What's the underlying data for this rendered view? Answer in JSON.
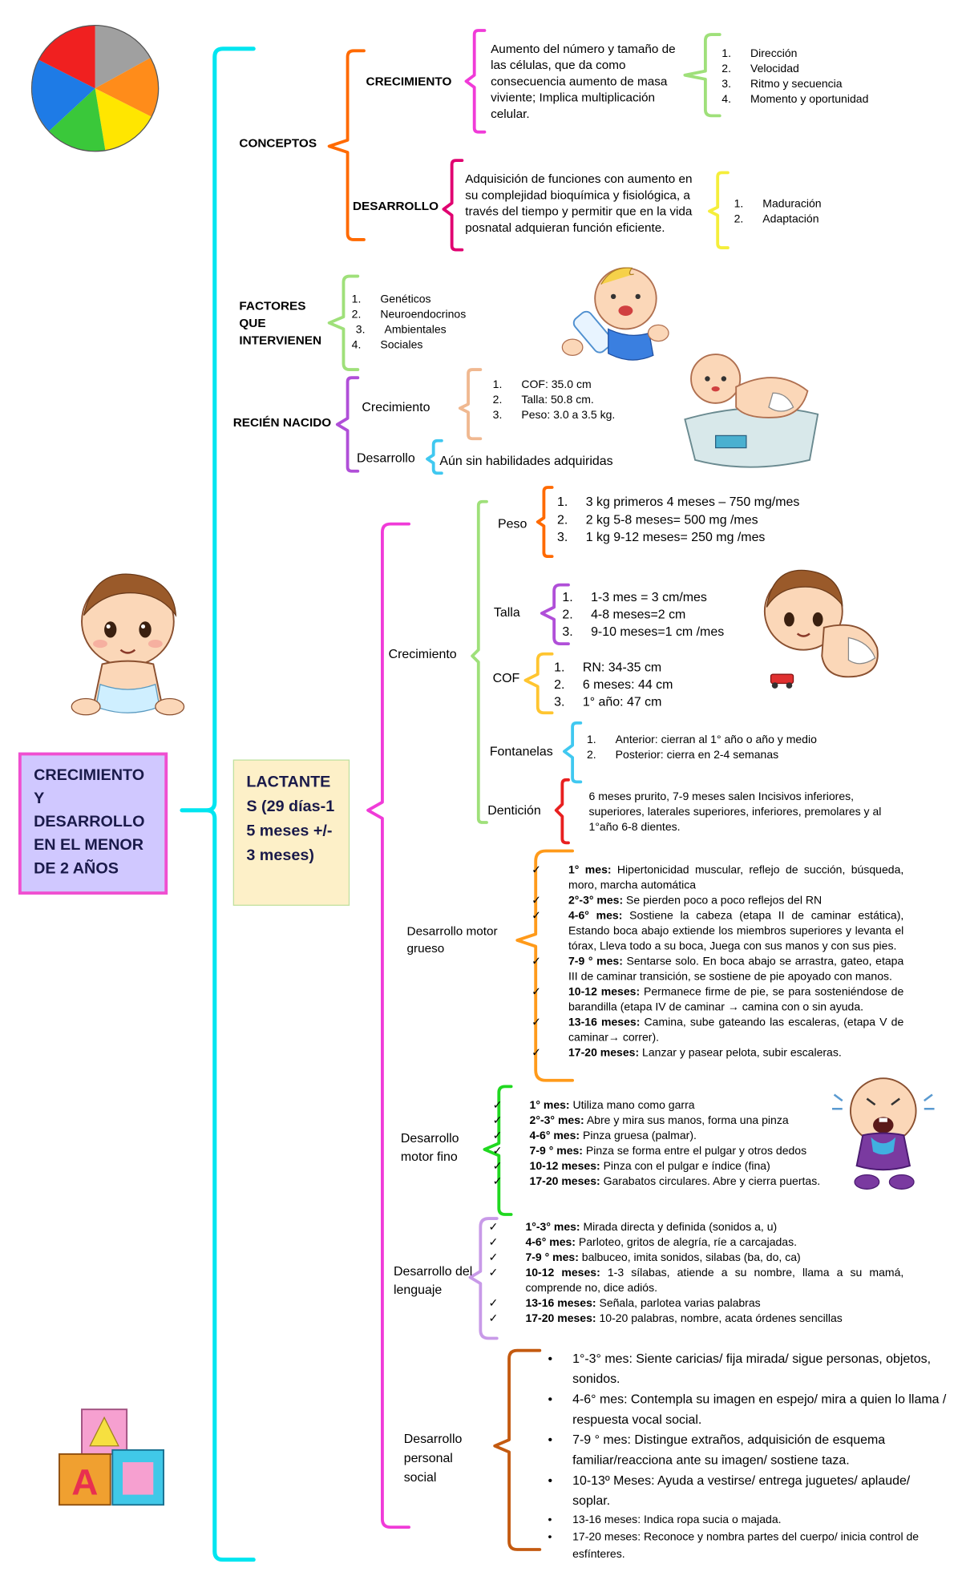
{
  "main_title": "CRECIMIENTO Y DESARROLLO EN EL MENOR DE 2 AÑOS",
  "colors": {
    "cyan": "#00e5f0",
    "orange": "#ff6a00",
    "pink": "#f03bd8",
    "green": "#9fe07a",
    "magenta": "#e00070",
    "yellow": "#f5ee3b",
    "purple": "#b04fd8",
    "peach": "#f0b890",
    "lightblue": "#40c8f0",
    "red": "#e82020",
    "gold": "#ffc530",
    "lilac": "#c89ae8",
    "brown": "#c45a10",
    "title_bg": "#d0c8ff",
    "title_border": "#f04fd0",
    "lactante_bg": "#fdf0c8",
    "lactante_border": "#bfe0a0"
  },
  "conceptos": {
    "label": "CONCEPTOS",
    "crecimiento": {
      "label": "CRECIMIENTO",
      "definition": "Aumento del número y tamaño de las células, que da como consecuencia aumento de masa viviente; Implica multiplicación celular.",
      "items": [
        {
          "n": "1.",
          "t": "Dirección"
        },
        {
          "n": "2.",
          "t": "Velocidad"
        },
        {
          "n": "3.",
          "t": "Ritmo y secuencia"
        },
        {
          "n": "4.",
          "t": "Momento y oportunidad"
        }
      ]
    },
    "desarrollo": {
      "label": "DESARROLLO",
      "definition": "Adquisición de funciones con aumento en su complejidad bioquímica y fisiológica, a través del tiempo y permitir que en la vida posnatal adquieran función eficiente.",
      "items": [
        {
          "n": "1.",
          "t": "Maduración"
        },
        {
          "n": "2.",
          "t": "Adaptación"
        }
      ]
    }
  },
  "factores": {
    "label": "FACTORES QUE INTERVIENEN",
    "items": [
      {
        "n": "1.",
        "t": "Genéticos"
      },
      {
        "n": "2.",
        "t": "Neuroendocrinos"
      },
      {
        "n": "3.",
        "t": "Ambientales"
      },
      {
        "n": "4.",
        "t": "Sociales"
      }
    ]
  },
  "recien_nacido": {
    "label": "RECIÉN NACIDO",
    "crecimiento_label": "Crecimiento",
    "crecimiento_items": [
      {
        "n": "1.",
        "t": "COF: 35.0 cm"
      },
      {
        "n": "2.",
        "t": "Talla: 50.8 cm."
      },
      {
        "n": "3.",
        "t": "Peso: 3.0 a 3.5 kg."
      }
    ],
    "desarrollo_label": "Desarrollo",
    "desarrollo_text": "Aún sin habilidades adquiridas"
  },
  "lactantes": {
    "label": "LACTANTES (29 días-15 meses +/-3 meses)",
    "crecimiento": {
      "label": "Crecimiento",
      "peso": {
        "label": "Peso",
        "items": [
          {
            "n": "1.",
            "t": "3 kg primeros 4 meses – 750 mg/mes"
          },
          {
            "n": "2.",
            "t": "2 kg 5-8 meses= 500 mg /mes"
          },
          {
            "n": "3.",
            "t": "1 kg 9-12 meses= 250 mg /mes"
          }
        ]
      },
      "talla": {
        "label": "Talla",
        "items": [
          {
            "n": "1.",
            "t": "1-3 mes = 3 cm/mes"
          },
          {
            "n": "2.",
            "t": "4-8 meses=2 cm"
          },
          {
            "n": "3.",
            "t": "9-10 meses=1 cm /mes"
          }
        ]
      },
      "cof": {
        "label": "COF",
        "items": [
          {
            "n": "1.",
            "t": "RN: 34-35 cm"
          },
          {
            "n": "2.",
            "t": "6 meses: 44 cm"
          },
          {
            "n": "3.",
            "t": "1° año: 47 cm"
          }
        ]
      },
      "fontanelas": {
        "label": "Fontanelas",
        "items": [
          {
            "n": "1.",
            "t": "Anterior: cierran al 1° año o año y medio"
          },
          {
            "n": "2.",
            "t": "Posterior: cierra en 2-4 semanas"
          }
        ]
      },
      "denticion": {
        "label": "Dentición",
        "text": "6 meses prurito, 7-9 meses salen Incisivos inferiores, superiores, laterales superiores, inferiores, premolares y al 1°año 6-8 dientes."
      }
    },
    "motor_grueso": {
      "label": "Desarrollo motor grueso",
      "items": [
        {
          "k": "1° mes:",
          "t": " Hipertonicidad muscular, reflejo de succión, búsqueda, moro, marcha automática"
        },
        {
          "k": "2°-3° mes:",
          "t": " Se pierden poco a poco reflejos del RN"
        },
        {
          "k": "4-6° mes:",
          "t": " Sostiene la cabeza (etapa II de caminar estática), Estando boca abajo extiende los miembros superiores y levanta el tórax, Lleva todo a su boca, Juega con sus manos y con sus pies."
        },
        {
          "k": "7-9 ° mes:",
          "t": " Sentarse solo. En boca abajo se arrastra, gateo, etapa III de caminar transición, se sostiene de pie apoyado con manos."
        },
        {
          "k": "10-12 meses:",
          "t": " Permanece firme de pie, se para sosteniéndose de barandilla (etapa IV de caminar → camina con o sin ayuda."
        },
        {
          "k": "13-16 meses:",
          "t": " Camina, sube gateando las escaleras, (etapa V de caminar→ correr)."
        },
        {
          "k": "17-20 meses:",
          "t": " Lanzar y pasear pelota, subir escaleras."
        }
      ]
    },
    "motor_fino": {
      "label": "Desarrollo motor fino",
      "items": [
        {
          "k": "1° mes:",
          "t": " Utiliza mano como garra"
        },
        {
          "k": "2°-3° mes:",
          "t": " Abre y mira sus manos, forma una pinza"
        },
        {
          "k": "4-6° mes:",
          "t": " Pinza gruesa (palmar)."
        },
        {
          "k": "7-9 ° mes:",
          "t": " Pinza se forma entre el pulgar y otros dedos"
        },
        {
          "k": "10-12 meses:",
          "t": " Pinza con el pulgar e índice (fina)"
        },
        {
          "k": "17-20 meses:",
          "t": " Garabatos circulares. Abre y cierra puertas."
        }
      ]
    },
    "lenguaje": {
      "label": "Desarrollo del lenguaje",
      "items": [
        {
          "k": "1°-3° mes:",
          "t": " Mirada directa y definida (sonidos a, u)"
        },
        {
          "k": "4-6° mes:",
          "t": " Parloteo, gritos de alegría, ríe a carcajadas."
        },
        {
          "k": "7-9 ° mes:",
          "t": " balbuceo, imita sonidos, silabas (ba, do, ca)"
        },
        {
          "k": "10-12 meses:",
          "t": " 1-3 sílabas, atiende a su nombre, llama a su mamá, comprende no, dice adiós."
        },
        {
          "k": "13-16 meses:",
          "t": " Señala, parlotea varias palabras"
        },
        {
          "k": "17-20 meses:",
          "t": " 10-20 palabras, nombre, acata órdenes sencillas"
        }
      ]
    },
    "personal_social": {
      "label": "Desarrollo personal social",
      "items": [
        {
          "t": "1°-3° mes: Siente caricias/ fija mirada/ sigue personas, objetos, sonidos."
        },
        {
          "t": "4-6° mes: Contempla su imagen en espejo/ mira a quien lo llama / respuesta vocal social."
        },
        {
          "t": "7-9 ° mes: Distingue extraños, adquisición de esquema familiar/reacciona ante su imagen/ sostiene taza."
        },
        {
          "t": "10-13º Meses: Ayuda a vestirse/ entrega juguetes/ aplaude/ soplar."
        },
        {
          "t": "13-16 meses: Indica ropa sucia o majada."
        },
        {
          "t": "17-20 meses: Reconoce y nombra partes del cuerpo/ inicia control de esfínteres."
        }
      ]
    }
  },
  "images": [
    "beach-ball",
    "baby-bottle",
    "baby-scale",
    "baby-sitting",
    "baby-crawling",
    "baby-crying",
    "alphabet-blocks"
  ]
}
